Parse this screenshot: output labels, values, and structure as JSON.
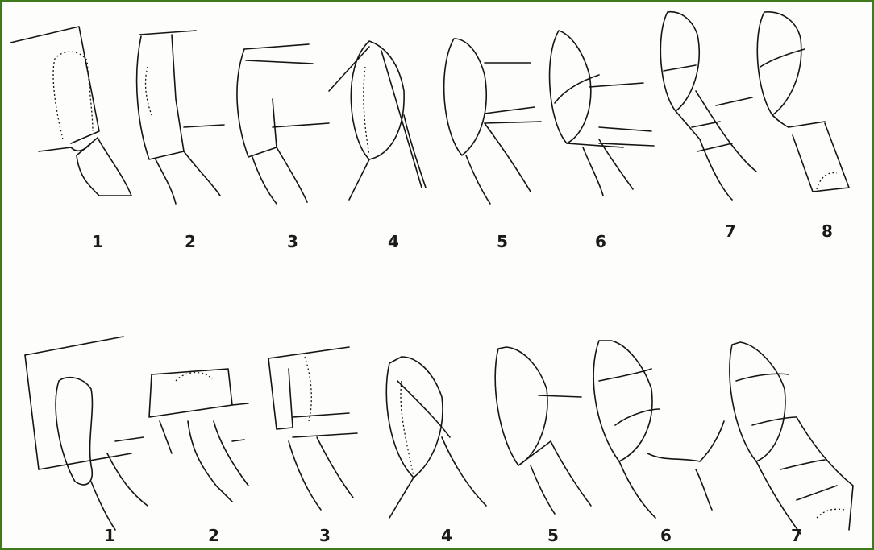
{
  "frame": {
    "border_color": "#3f7a1c"
  },
  "rows": [
    {
      "labels": [
        "1",
        "2",
        "3",
        "4",
        "5",
        "6",
        "7",
        "8"
      ]
    },
    {
      "labels": [
        "1",
        "2",
        "3",
        "4",
        "5",
        "6",
        "7"
      ]
    }
  ]
}
